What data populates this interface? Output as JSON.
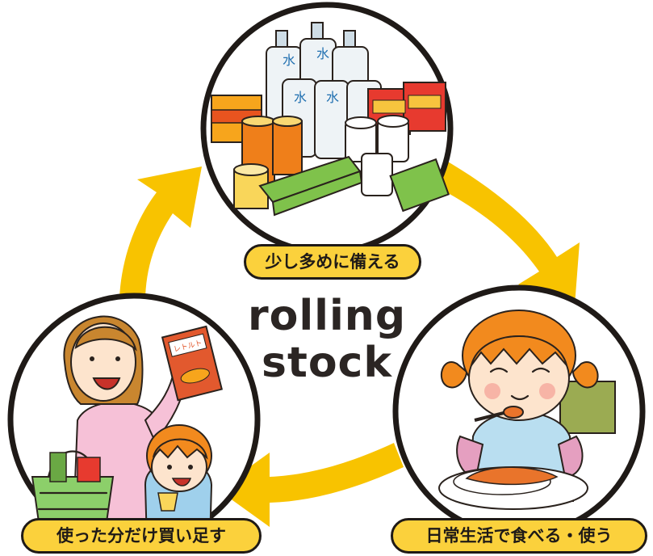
{
  "title": {
    "line1": "rolling",
    "line2": "stock"
  },
  "steps": [
    {
      "label": "少し多めに備える",
      "picture": "stockpile-illustration"
    },
    {
      "label": "日常生活で食べる・使う",
      "picture": "eating-girl-illustration"
    },
    {
      "label": "使った分だけ買い足す",
      "picture": "shopping-family-illustration"
    }
  ],
  "package_labels": {
    "water": "水",
    "retort": "レトルト"
  },
  "colors": {
    "arrow": "#f8c300",
    "pill": "#fbd13c",
    "outline": "#1f1a17",
    "text": "#2b2523"
  }
}
